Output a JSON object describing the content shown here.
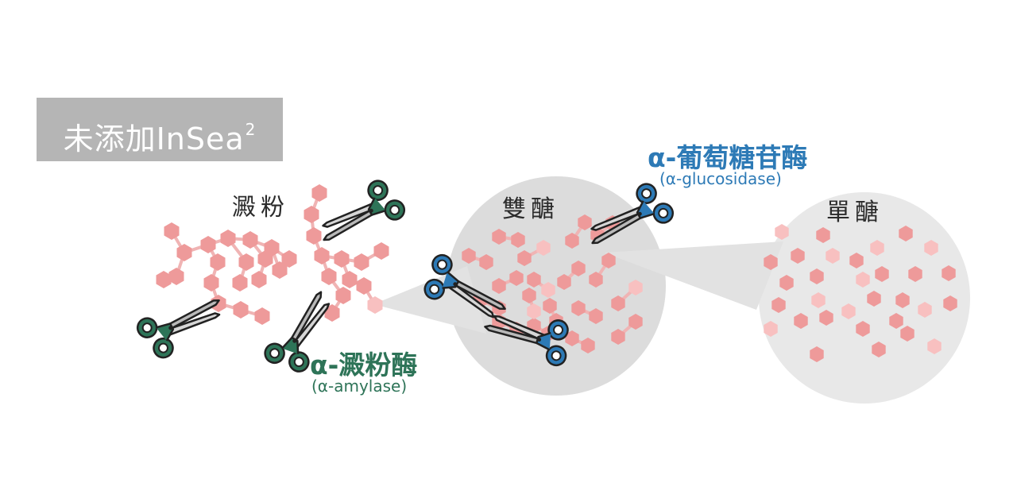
{
  "badge": {
    "text": "未添加InSea",
    "superscript": "2"
  },
  "labels": {
    "starch": "澱粉",
    "disaccharide": "雙醣",
    "monosaccharide": "單醣",
    "amylase_zh": "α-澱粉酶",
    "amylase_en": "(α-amylase)",
    "glucosidase_zh": "α-葡萄糖苷酶",
    "glucosidase_en": "(α-glucosidase)"
  },
  "colors": {
    "hexagon": "#ee9a9a",
    "hexagon_light": "#f8c0c0",
    "chain_line": "#f0b4b4",
    "circle_fill": "#e5e5e5",
    "amylase": "#2e7458",
    "glucosidase": "#2d7ab6"
  },
  "icons": [
    "scissors-icon",
    "hexagon-icon"
  ]
}
